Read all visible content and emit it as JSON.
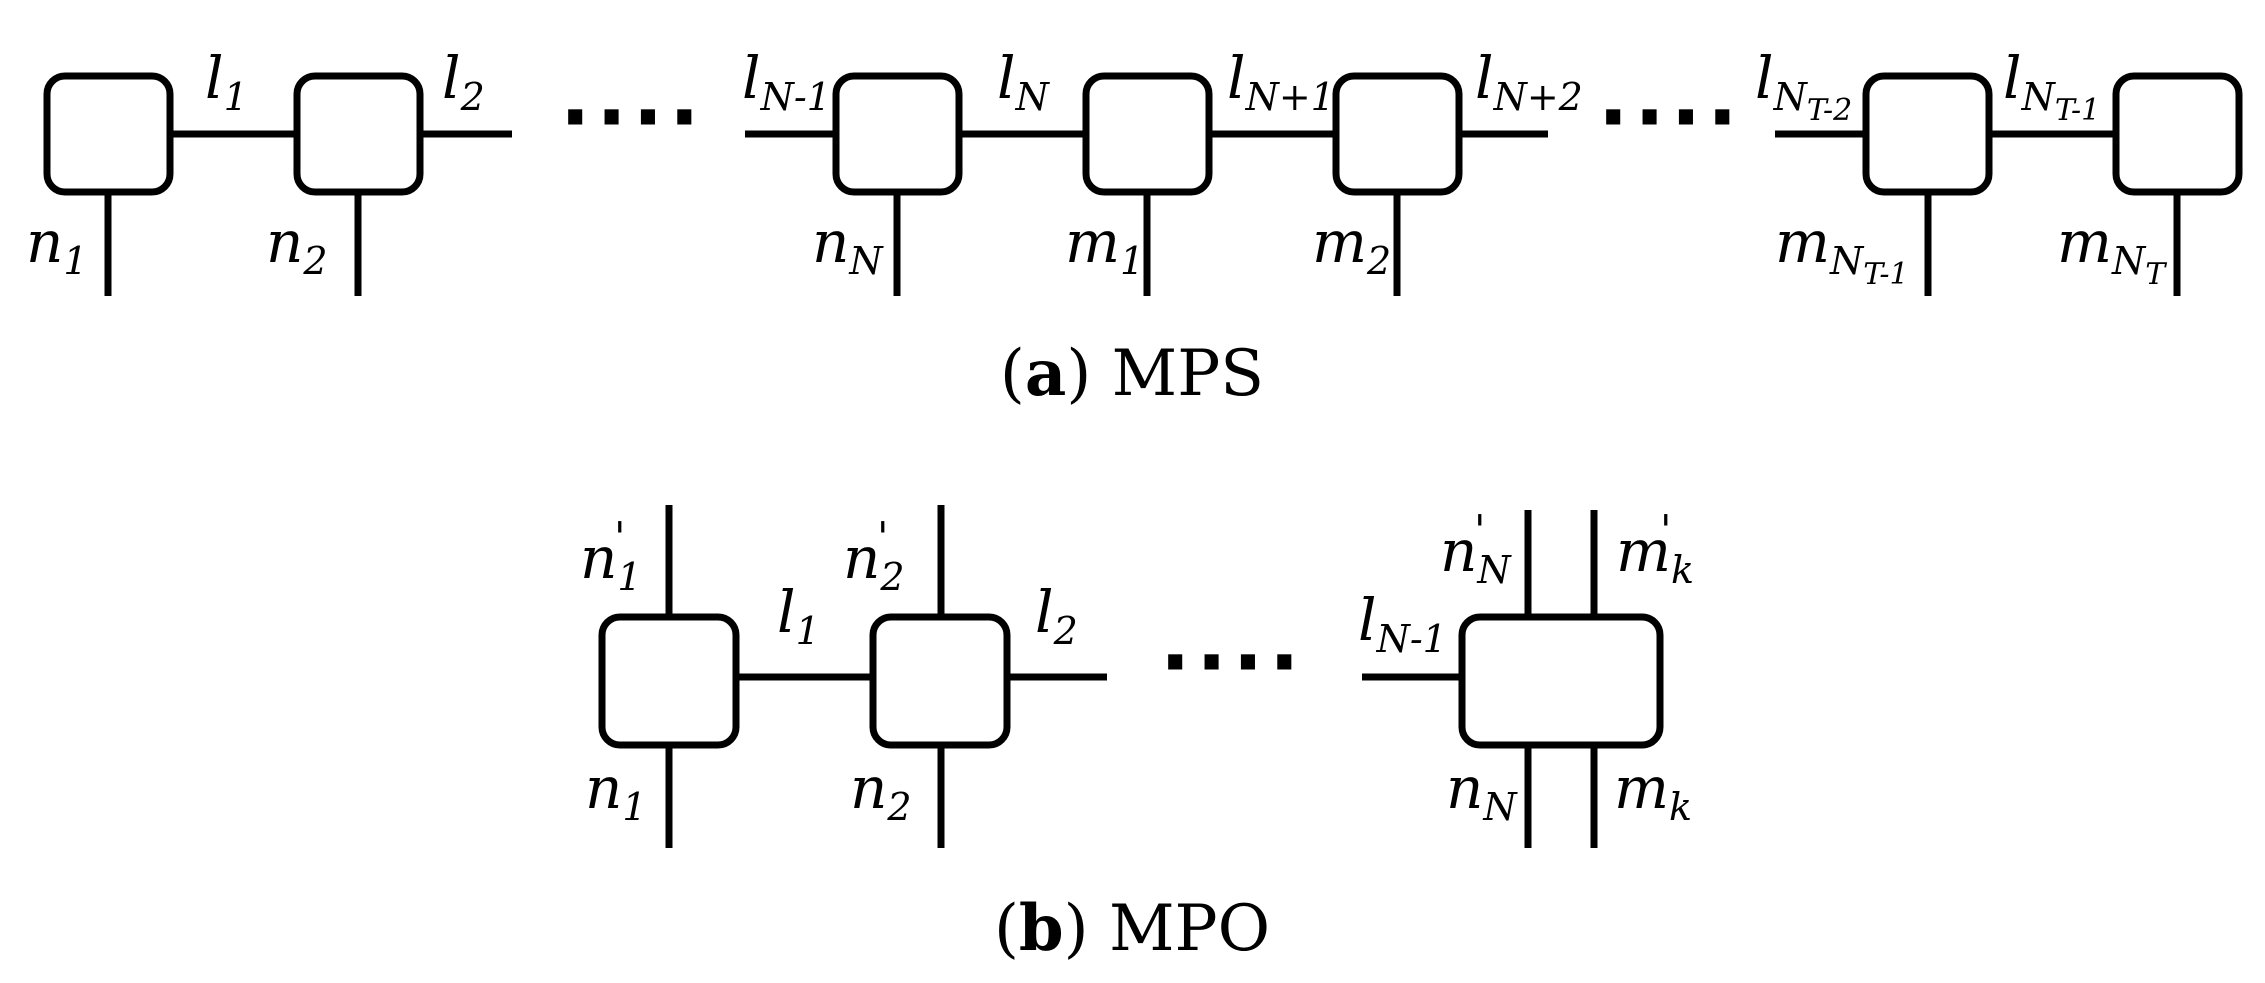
{
  "mps": {
    "caption": {
      "tag": "a",
      "text": "MPS"
    },
    "dots": "····",
    "bond_labels": [
      {
        "base": "l",
        "sub": "1"
      },
      {
        "base": "l",
        "sub": "2"
      },
      {
        "base": "l",
        "sub": "N-1"
      },
      {
        "base": "l",
        "sub": "N"
      },
      {
        "base": "l",
        "sub": "N+1"
      },
      {
        "base": "l",
        "sub": "N+2"
      },
      {
        "base": "l",
        "sub": "N",
        "subsub": "T-2"
      },
      {
        "base": "l",
        "sub": "N",
        "subsub": "T-1"
      }
    ],
    "physical_labels": [
      {
        "base": "n",
        "sub": "1"
      },
      {
        "base": "n",
        "sub": "2"
      },
      {
        "base": "n",
        "sub": "N"
      },
      {
        "base": "m",
        "sub": "1"
      },
      {
        "base": "m",
        "sub": "2"
      },
      {
        "base": "m",
        "sub": "N",
        "subsub": "T-1"
      },
      {
        "base": "m",
        "sub": "N",
        "subsub": "T"
      }
    ]
  },
  "mpo": {
    "caption": {
      "tag": "b",
      "text": "MPO"
    },
    "dots": "····",
    "prime": "'",
    "top_labels": [
      {
        "base": "n",
        "sub": "1"
      },
      {
        "base": "n",
        "sub": "2"
      },
      {
        "base": "n",
        "sub": "N"
      },
      {
        "base": "m",
        "sub": "k"
      }
    ],
    "bottom_labels": [
      {
        "base": "n",
        "sub": "1"
      },
      {
        "base": "n",
        "sub": "2"
      },
      {
        "base": "n",
        "sub": "N"
      },
      {
        "base": "m",
        "sub": "k"
      }
    ],
    "bond_labels": [
      {
        "base": "l",
        "sub": "1"
      },
      {
        "base": "l",
        "sub": "2"
      },
      {
        "base": "l",
        "sub": "N-1"
      }
    ]
  }
}
